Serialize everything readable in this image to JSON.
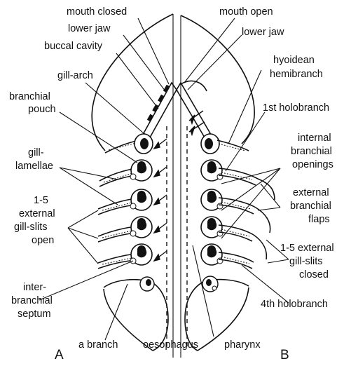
{
  "labels": {
    "mouth_closed": "mouth closed",
    "lower_jaw_left": "lower jaw",
    "buccal_cavity": "buccal cavity",
    "gill_arch": "gill-arch",
    "branchial_pouch_1": "branchial",
    "branchial_pouch_2": "pouch",
    "gill_lamellae_1": "gill-",
    "gill_lamellae_2": "lamellae",
    "ext_slits_open_1": "1-5",
    "ext_slits_open_2": "external",
    "ext_slits_open_3": "gill-slits",
    "ext_slits_open_4": "open",
    "inter_branchial_1": "inter-",
    "inter_branchial_2": "branchial",
    "inter_branchial_3": "septum",
    "a_branch": "a branch",
    "oesophagus": "oesophagus",
    "pharynx": "pharynx",
    "mouth_open": "mouth open",
    "lower_jaw_right": "lower jaw",
    "hyoidean_1": "hyoidean",
    "hyoidean_2": "hemibranch",
    "first_holobranch": "1st holobranch",
    "internal_openings_1": "internal",
    "internal_openings_2": "branchial",
    "internal_openings_3": "openings",
    "external_flaps_1": "external",
    "external_flaps_2": "branchial",
    "external_flaps_3": "flaps",
    "ext_slits_closed_1": "1-5 external",
    "ext_slits_closed_2": "gill-slits",
    "ext_slits_closed_3": "closed",
    "fourth_holobranch": "4th holobranch",
    "panel_a": "A",
    "panel_b": "B"
  }
}
